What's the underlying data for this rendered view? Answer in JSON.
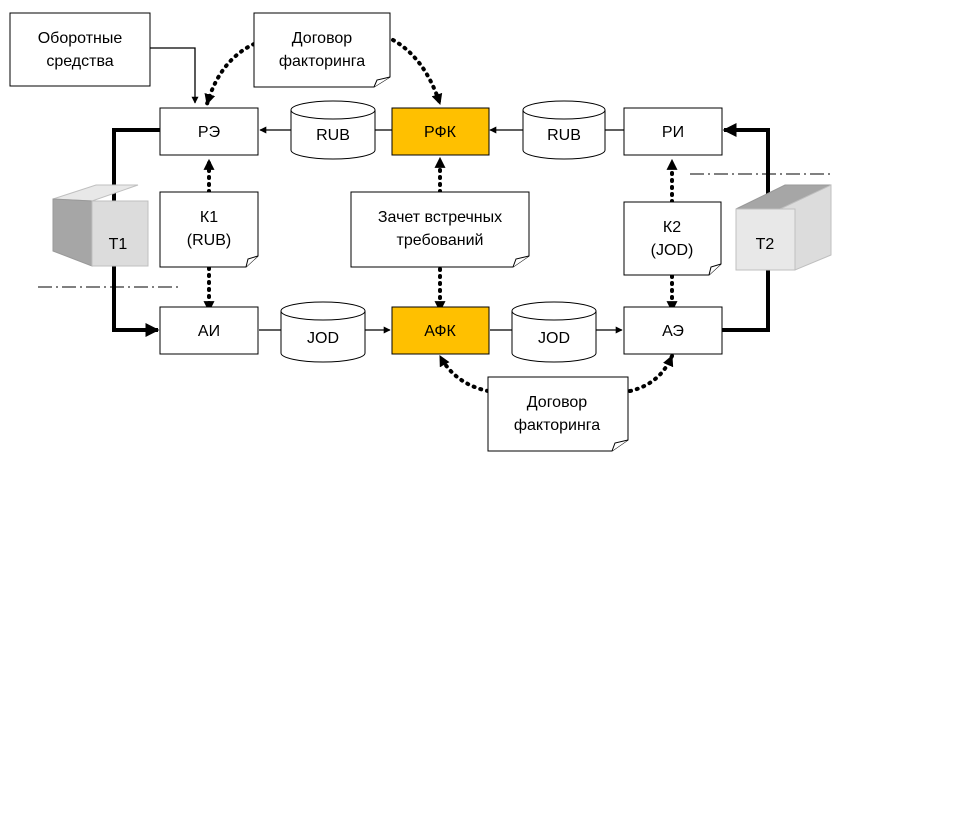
{
  "nodes": {
    "re": "РЭ",
    "ri": "РИ",
    "rfk": "РФК",
    "ai": "АИ",
    "ae": "АЭ",
    "afk": "АФК"
  },
  "cylinders": {
    "top_left": "RUB",
    "top_right": "RUB",
    "bottom_left": "JOD",
    "bottom_right": "JOD"
  },
  "notes": {
    "working_capital": [
      "Оборотные",
      "средства"
    ],
    "factoring_top": [
      "Договор",
      "факторинга"
    ],
    "factoring_bottom": [
      "Договор",
      "факторинга"
    ],
    "netting": [
      "Зачет встречных",
      "требований"
    ],
    "k1": [
      "К1",
      "(RUB)"
    ],
    "k2": [
      "К2",
      "(JOD)"
    ]
  },
  "terminals": {
    "t1": "T1",
    "t2": "T2"
  },
  "colors": {
    "highlight": "#ffc000",
    "terminal_top": "#e8e8e8",
    "terminal_front": "#dcdcdc",
    "terminal_side": "#a6a6a6"
  }
}
